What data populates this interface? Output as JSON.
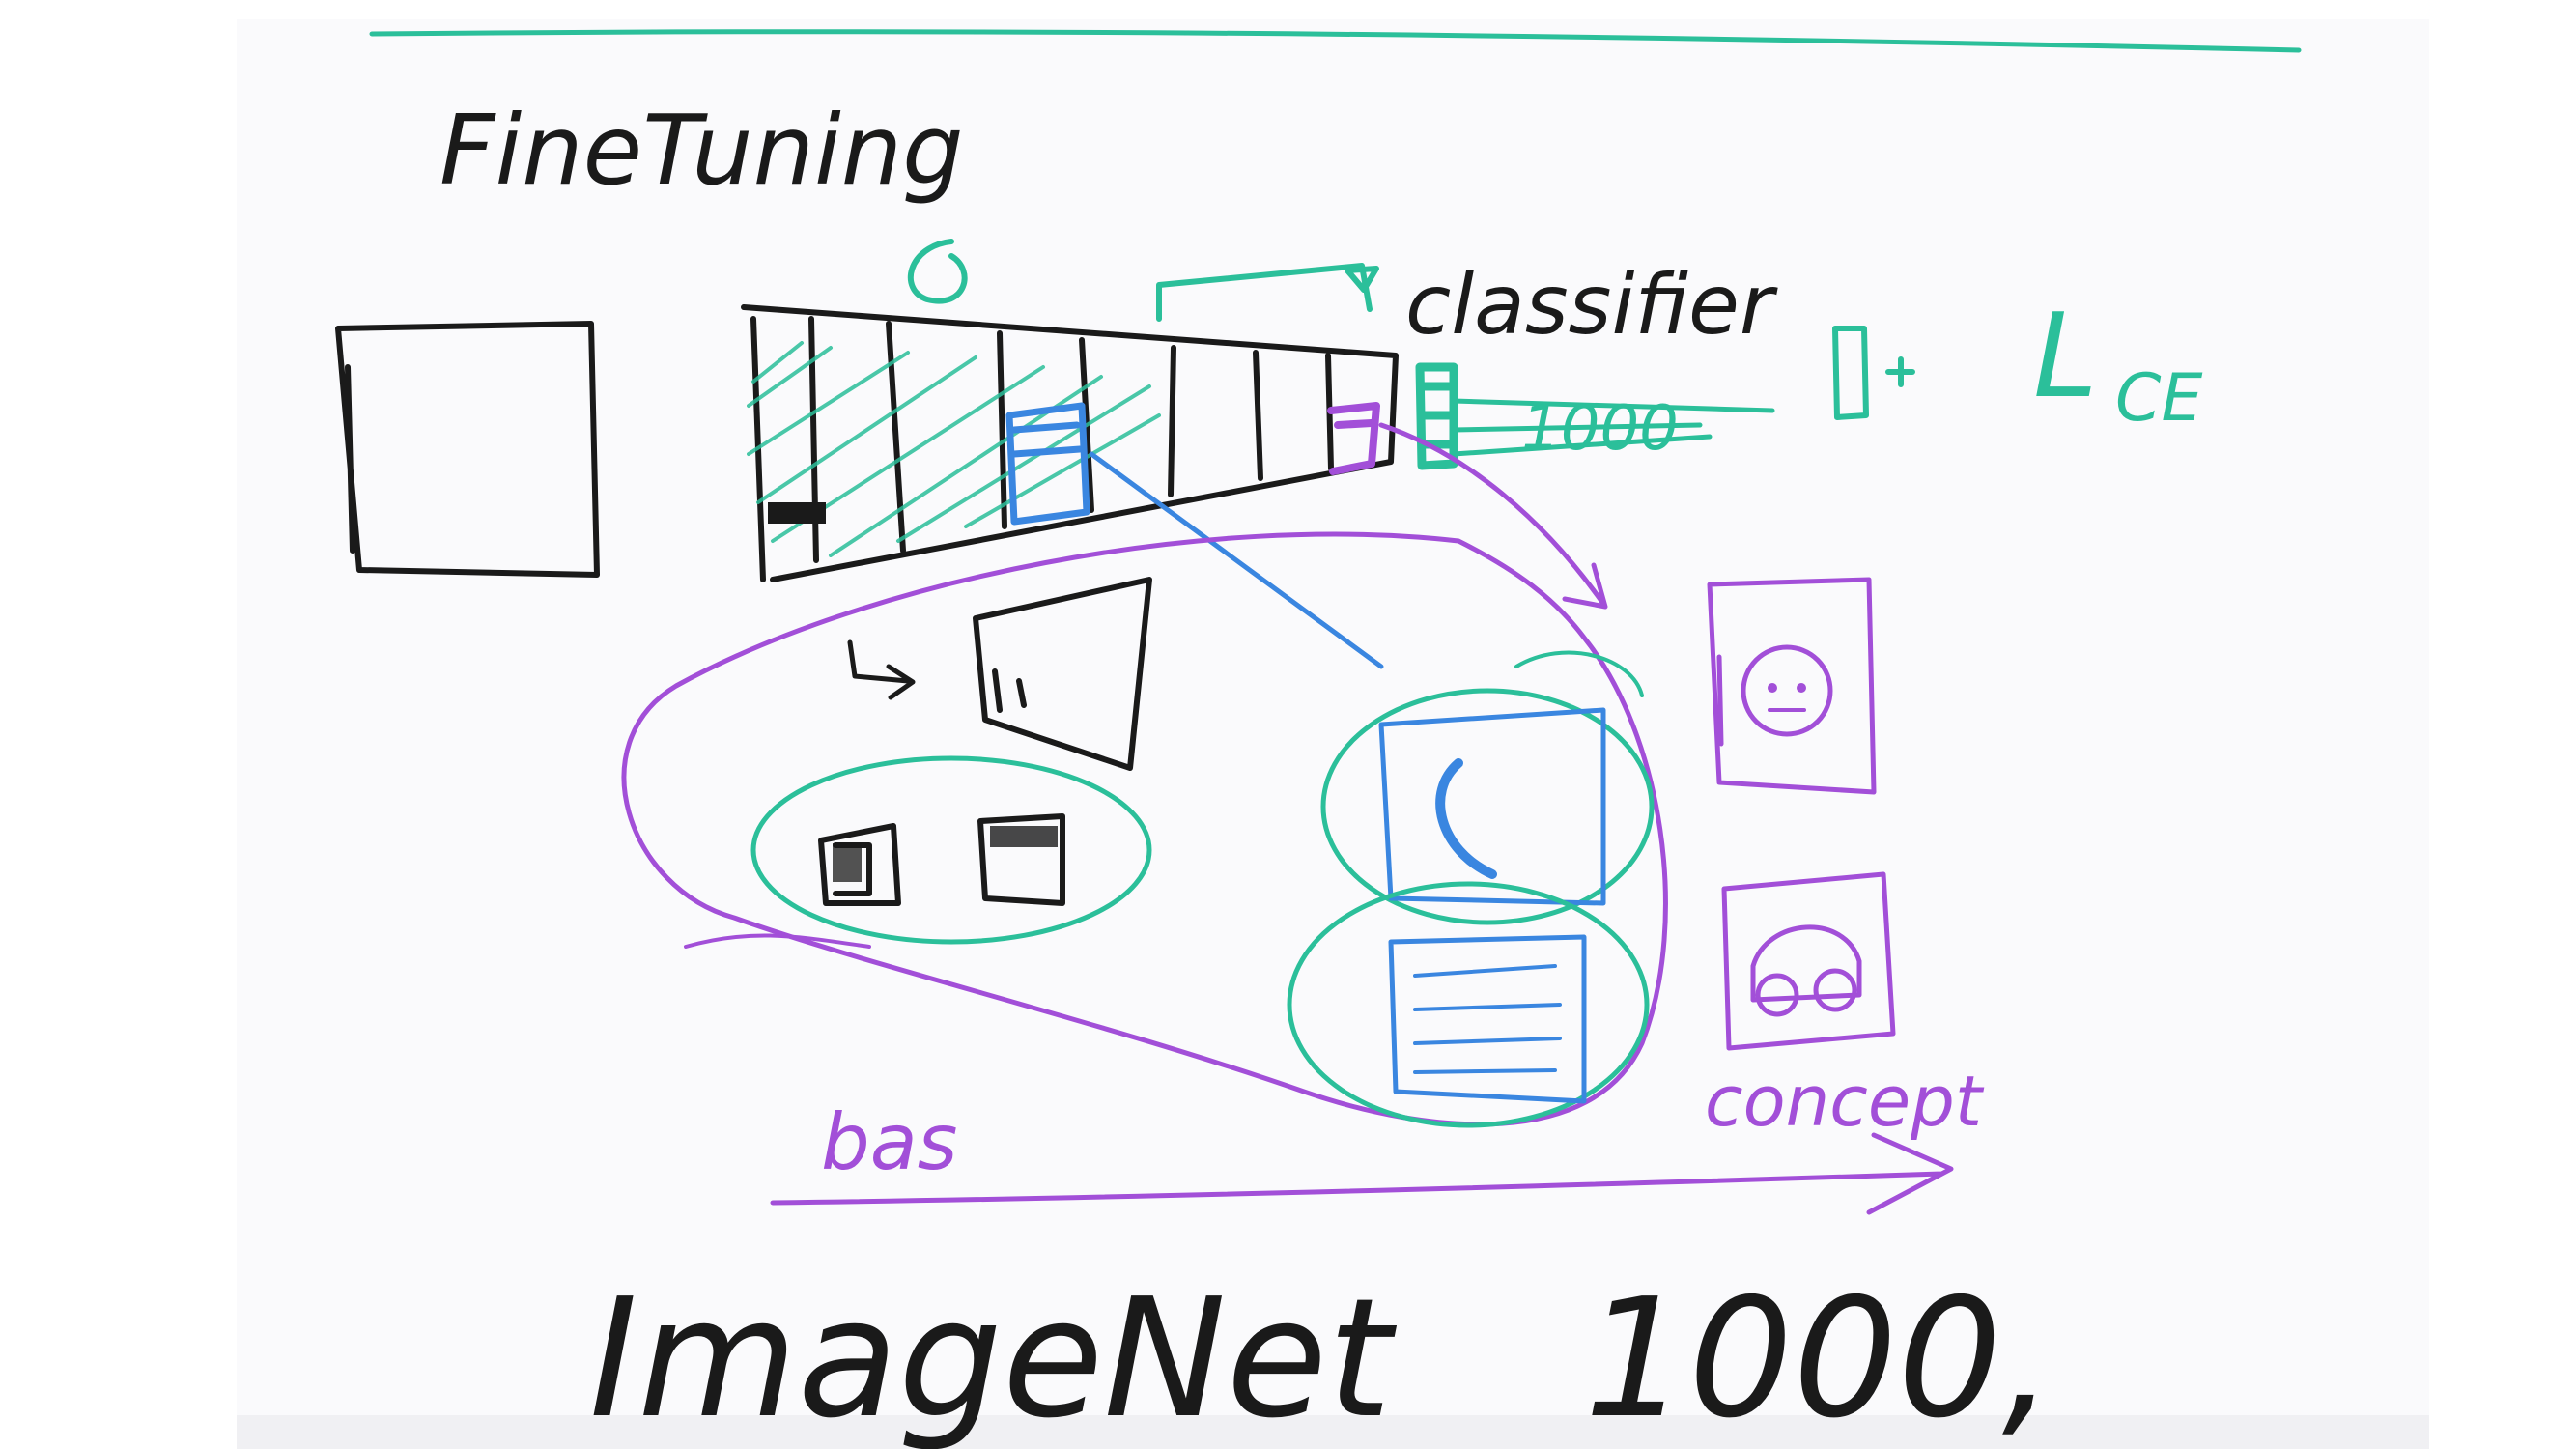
{
  "whiteboard": {
    "title": "FineTuning",
    "classifier_label": "classifier",
    "classifier_units": "1000",
    "loss_symbol": "L",
    "loss_subscript": "CE",
    "axis_left_label": "bas",
    "axis_right_label": "concept",
    "bottom_text": "ImageNet",
    "bottom_number": "1000,"
  },
  "colors": {
    "board": "#fafafc",
    "ink_black": "#1a1a1a",
    "ink_teal": "#2bbf9a",
    "ink_purple": "#a24fd8",
    "ink_blue": "#3a86e0"
  },
  "icons": [
    "face-icon",
    "car-icon"
  ]
}
